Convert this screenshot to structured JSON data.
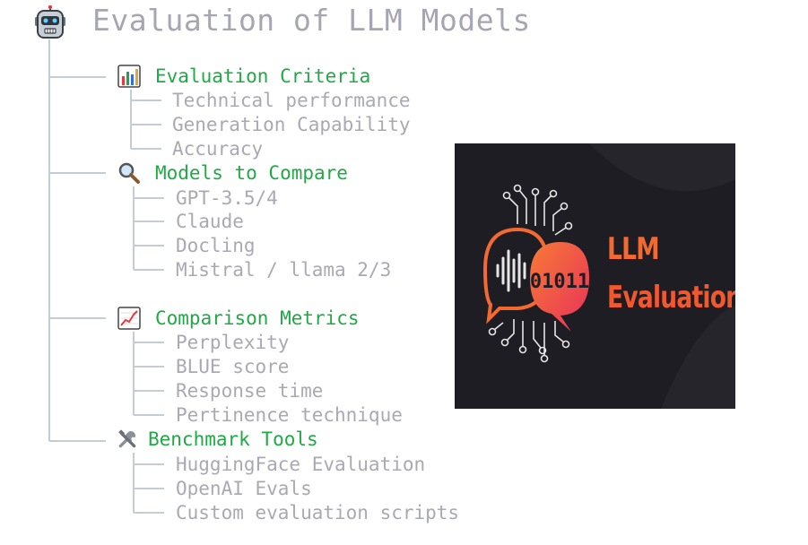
{
  "title": "Evaluation of LLM Models",
  "icons": {
    "root": "robot-icon",
    "criteria": "bar-chart-icon",
    "models": "magnifier-icon",
    "metrics": "trend-chart-icon",
    "tools": "tools-icon"
  },
  "colors": {
    "title": "#a6a6b2",
    "section": "#1faa45",
    "item": "#a9a9b3",
    "line": "#c4ccd6",
    "image_bg": "#1e1d23",
    "accent": "#f26a32"
  },
  "sections": [
    {
      "label": "Evaluation Criteria",
      "items": [
        "Technical performance",
        "Generation Capability",
        "Accuracy"
      ]
    },
    {
      "label": "Models to Compare",
      "items": [
        "GPT-3.5/4",
        "Claude",
        "Docling",
        "Mistral / llama 2/3"
      ]
    },
    {
      "label": "Comparison Metrics",
      "items": [
        "Perplexity",
        "BLUE score",
        "Response time",
        "Pertinence technique"
      ]
    },
    {
      "label": "Benchmark Tools",
      "items": [
        "HuggingFace Evaluation",
        "OpenAI Evals",
        "Custom evaluation scripts"
      ]
    }
  ],
  "image": {
    "line1": "LLM",
    "line2": "Evaluation",
    "bubble_text": "01011"
  }
}
